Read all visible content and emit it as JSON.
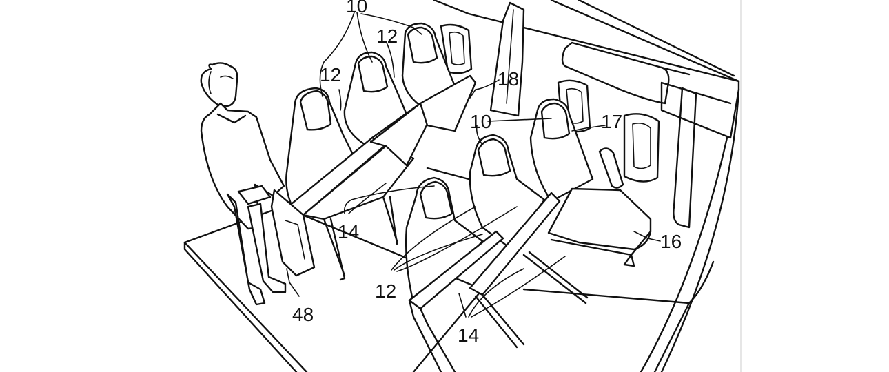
{
  "figure": {
    "reference_numerals": {
      "top_10": "10",
      "top_12_left": "12",
      "top_12_right": "12",
      "label_18": "18",
      "mid_10": "10",
      "label_17": "17",
      "label_16": "16",
      "top_14": "14",
      "bottom_12": "12",
      "bottom_14": "14",
      "label_48": "48"
    }
  },
  "colors": {
    "line": "#111111",
    "background": "#ffffff"
  }
}
